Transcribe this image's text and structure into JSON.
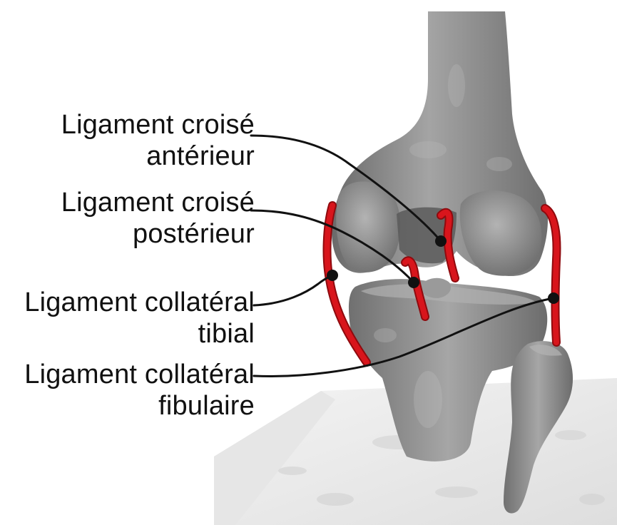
{
  "labels": {
    "acl": {
      "line1": "Ligament croisé",
      "line2": "antérieur"
    },
    "pcl": {
      "line1": "Ligament croisé",
      "line2": "postérieur"
    },
    "mcl": {
      "line1": "Ligament collatéral",
      "line2": "tibial"
    },
    "lcl": {
      "line1": "Ligament collatéral",
      "line2": "fibulaire"
    }
  },
  "colors": {
    "bone": "#8e8e8e",
    "bone_shadow": "#5f5f5f",
    "bone_highlight": "#b5b5b5",
    "ligament": "#d8151c",
    "ligament_dark": "#8f0a0e",
    "leader": "#111111",
    "base": "#eeeeee"
  }
}
